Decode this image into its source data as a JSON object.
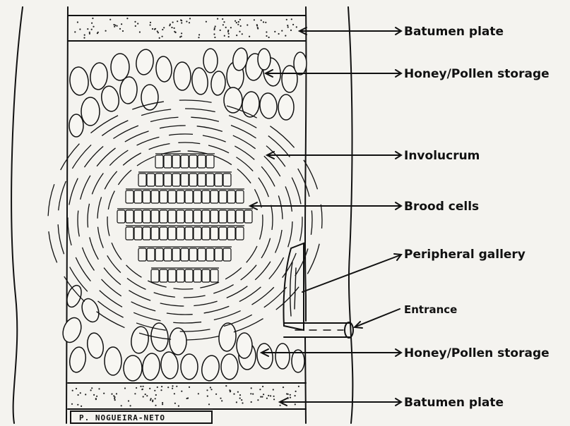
{
  "labels": {
    "batumen_top": "Batumen plate",
    "storage_top": "Honey/Pollen storage",
    "involucrum": "Involucrum",
    "brood": "Brood cells",
    "gallery": "Peripheral gallery",
    "entrance": "Entrance",
    "storage_bottom": "Honey/Pollen storage",
    "batumen_bottom": "Batumen plate"
  },
  "credit": "P. NOGUEIRA-NETO"
}
